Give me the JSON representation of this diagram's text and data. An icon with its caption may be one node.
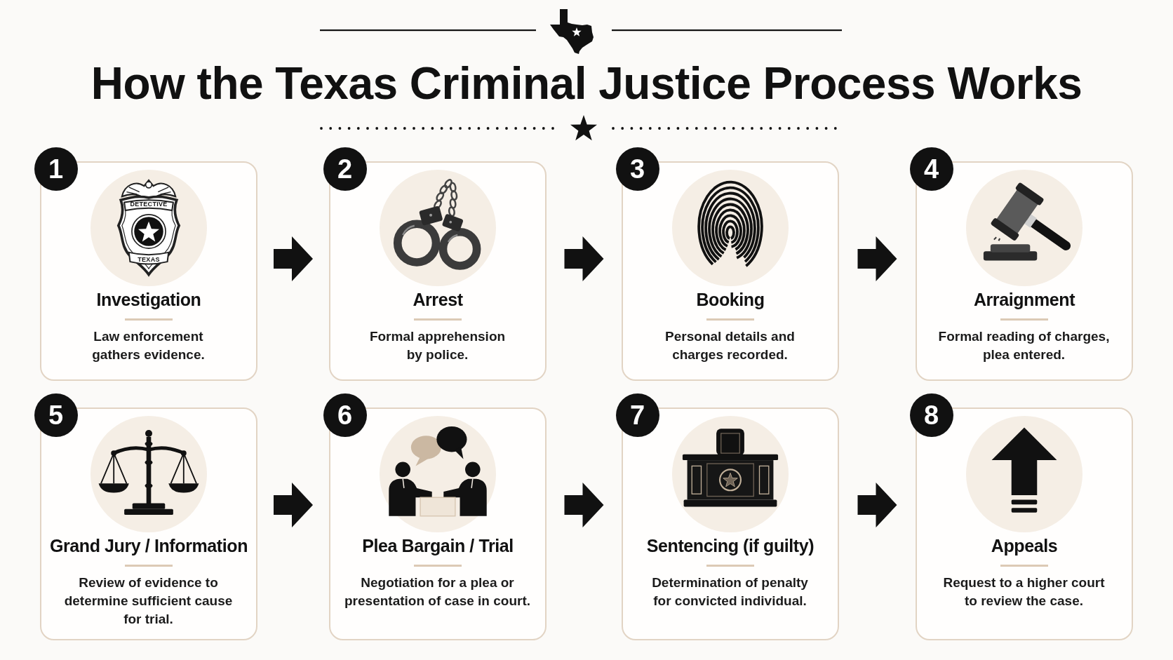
{
  "diagram": {
    "title": "How the Texas Criminal Justice Process Works",
    "nodes": [
      {
        "text": [
          "1",
          "Investigation",
          "Law enforcement gathers evidence."
        ]
      },
      {
        "text": [
          "2",
          "Arrest",
          "Formal apprehension by police."
        ]
      },
      {
        "text": [
          "3",
          "Booking",
          "Personal details and charges recorded."
        ]
      },
      {
        "text": [
          "4",
          "Arraignment",
          "Formal reading of charges, plea entered."
        ]
      },
      {
        "text": [
          "5",
          "Grand Jury / Information",
          "Review of evidence to determine sufficient cause for trial."
        ]
      },
      {
        "text": [
          "6",
          "Plea Bargain / Trial",
          "Negotiation for a plea or presentation of case in court."
        ]
      },
      {
        "text": [
          "7",
          "Sentencing (if guilty)",
          "Determination of penalty for convicted individual."
        ]
      },
      {
        "text": [
          "8",
          "Appeals",
          "Request to a higher court to review the case."
        ]
      }
    ],
    "edges": [
      {
        "from": 0,
        "to": 1,
        "arrow": "to"
      },
      {
        "from": 1,
        "to": 2,
        "arrow": "to"
      },
      {
        "from": 2,
        "to": 3,
        "arrow": "to"
      },
      {
        "from": 4,
        "to": 5,
        "arrow": "to"
      },
      {
        "from": 5,
        "to": 6,
        "arrow": "to"
      },
      {
        "from": 6,
        "to": 7,
        "arrow": "to"
      }
    ],
    "labels": [
      "DETECTIVE",
      "TEXAS"
    ]
  }
}
